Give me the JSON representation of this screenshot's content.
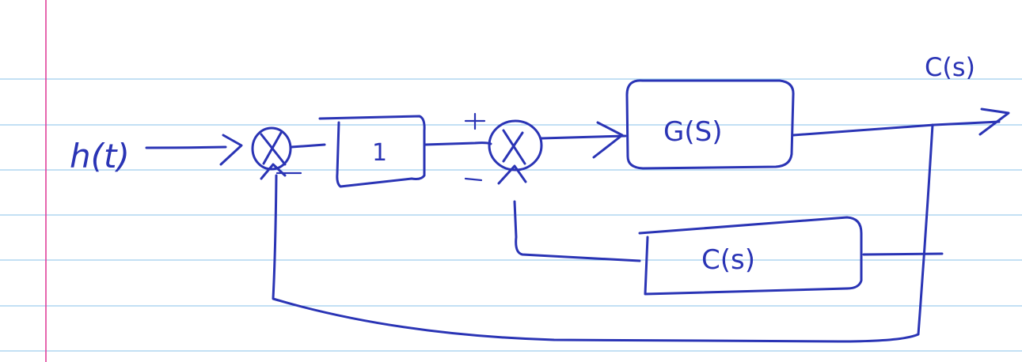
{
  "labels": {
    "input": "h(t)",
    "block1": "1",
    "block_g": "G(S)",
    "block_c": "C(s)",
    "output": "C(s)",
    "sum1_minus": "-",
    "sum2_plus": "+",
    "sum2_minus": "-"
  },
  "colors": {
    "ink": "#2a34b5",
    "rule_line": "#9fcdee",
    "margin_line": "#e0409a",
    "paper": "#ffffff"
  }
}
